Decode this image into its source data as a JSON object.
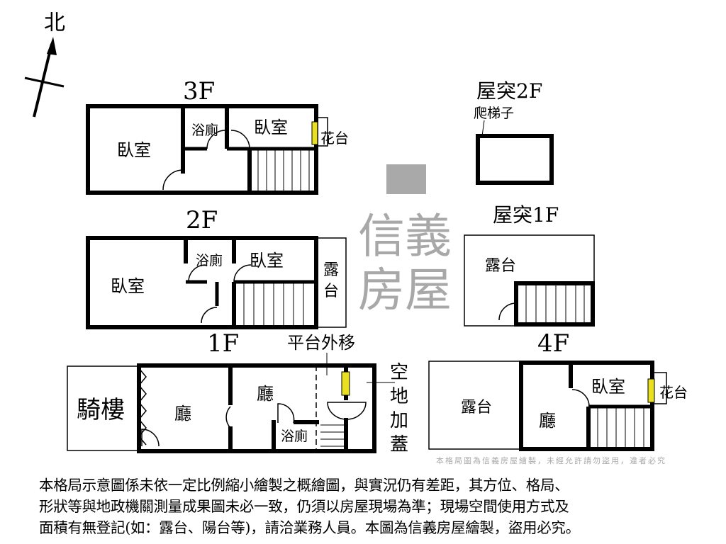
{
  "north_label": "北",
  "watermark": {
    "brand": "信義房屋",
    "notice": "本格局圖為信義房屋繪製，未經允許請勿盜用，違者必究"
  },
  "floors": {
    "f3": {
      "label": "3F",
      "rooms": [
        "臥室",
        "浴廁",
        "臥室",
        "花台"
      ]
    },
    "f2": {
      "label": "2F",
      "rooms": [
        "臥室",
        "浴廁",
        "臥室",
        "露",
        "台"
      ]
    },
    "f1": {
      "label": "1F",
      "rooms": [
        "騎樓",
        "廳",
        "廳",
        "浴廁"
      ],
      "annotation_top": "平台外移",
      "annotation_side": [
        "空",
        "地",
        "加",
        "蓋"
      ]
    },
    "f4": {
      "label": "4F",
      "rooms": [
        "露台",
        "廳",
        "臥室",
        "花台"
      ]
    },
    "roof2": {
      "label": "屋突2F",
      "ladder": "爬梯子"
    },
    "roof1": {
      "label": "屋突1F",
      "rooms": [
        "露台"
      ]
    }
  },
  "colors": {
    "flower_bed": "#e8e020",
    "watermark": "#9a9a9a"
  },
  "disclaimer": [
    "本格局示意圖係未依一定比例縮小繪製之概繪圖，與實況仍有差距，其方位、格局、",
    "形狀等與地政機關測量成果圖未必一致，仍須以房屋現場為準；現場空間使用方式及",
    "面積有無登記(如：露台、陽台等)，請洽業務人員。本圖為信義房屋繪製，盜用必究。"
  ]
}
